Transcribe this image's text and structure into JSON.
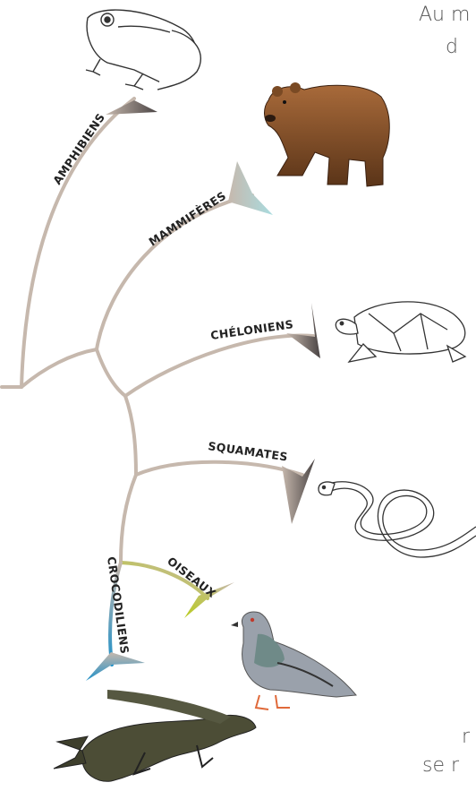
{
  "intro": {
    "line1": "Au m",
    "line2": "d"
  },
  "outro": {
    "line1": "r",
    "line2": "se r"
  },
  "tree": {
    "colors": {
      "branch": "#c6b8ad",
      "dark_tip": "#4a4444",
      "mammal_tip": "#a9dce0",
      "bird_tip": "#b9cc1e",
      "croc_tip": "#1e90c8"
    },
    "clades": [
      {
        "id": "amphibiens",
        "label": "AMPHIBIENS",
        "tip": "dark",
        "animal": "frog-illustration"
      },
      {
        "id": "mammiferes",
        "label": "MAMMIFÈRES",
        "tip": "mammal",
        "animal": "bear-illustration"
      },
      {
        "id": "cheloniens",
        "label": "CHÉLONIENS",
        "tip": "dark",
        "animal": "turtle-illustration"
      },
      {
        "id": "squamates",
        "label": "SQUAMATES",
        "tip": "dark",
        "animal": "snake-illustration"
      },
      {
        "id": "oiseaux",
        "label": "OISEAUX",
        "tip": "bird",
        "animal": "pigeon-illustration"
      },
      {
        "id": "crocodiliens",
        "label": "CROCODILIENS",
        "tip": "croc",
        "animal": "crocodile-illustration"
      }
    ]
  }
}
